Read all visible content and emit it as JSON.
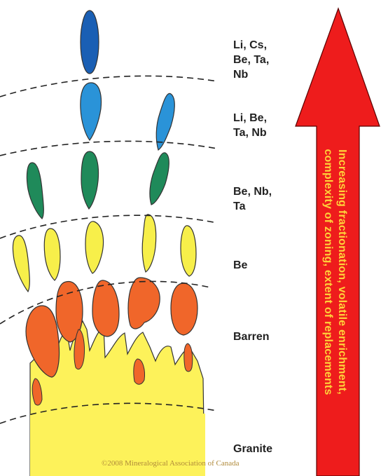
{
  "zones": [
    {
      "id": "li-cs-be-ta-nb",
      "label": "Li, Cs,\nBe, Ta,\nNb",
      "color": "#1a5fb4"
    },
    {
      "id": "li-be-ta-nb",
      "label": "Li, Be,\nTa, Nb",
      "color": "#2a93d8"
    },
    {
      "id": "be-nb-ta",
      "label": "Be, Nb,\nTa",
      "color": "#1f8a5a"
    },
    {
      "id": "be",
      "label": "Be",
      "color": "#f7ef4a"
    },
    {
      "id": "barren",
      "label": "Barren",
      "color": "#f0662a"
    },
    {
      "id": "granite",
      "label": "Granite",
      "color": "#fdf25a"
    }
  ],
  "arrow": {
    "line1": "Increasing fractionation, volatile enrichment,",
    "line2": "complexity of zoning, extent of replacements",
    "color": "#ee1c1c",
    "text_color": "#ffd23a"
  },
  "copyright": "©2008 Mineralogical Association of Canada"
}
